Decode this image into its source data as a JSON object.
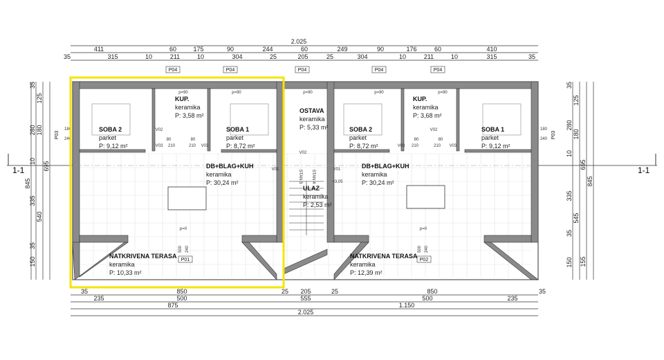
{
  "dims_top": {
    "total": "2.025",
    "row1": [
      "411",
      "60",
      "175",
      "90",
      "244",
      "60",
      "249",
      "90",
      "176",
      "60",
      "410"
    ],
    "row2": [
      "35",
      "315",
      "10",
      "211",
      "10",
      "304",
      "25",
      "205",
      "25",
      "304",
      "10",
      "211",
      "10",
      "315",
      "35"
    ]
  },
  "dims_bottom": {
    "row1": [
      "35",
      "850",
      "25",
      "205",
      "25",
      "850",
      "35"
    ],
    "row2": [
      "235",
      "500",
      "555",
      "500",
      "235"
    ],
    "row3": [
      "875",
      "1.150"
    ],
    "total": "2.025"
  },
  "dims_left": [
    "35",
    "125",
    "280",
    "180",
    "10",
    "335",
    "540",
    "35",
    "150",
    "695",
    "845"
  ],
  "dims_right": [
    "35",
    "125",
    "280",
    "180",
    "10",
    "695",
    "845",
    "335",
    "545",
    "35",
    "150",
    "155"
  ],
  "section_label": "1-1",
  "rooms": [
    {
      "name": "SOBA 2",
      "floor": "parket",
      "area": "P: 9,12 m²"
    },
    {
      "name": "KUP.",
      "floor": "keramika",
      "area": "P: 3,58 m²"
    },
    {
      "name": "SOBA 1",
      "floor": "parket",
      "area": "P: 8,72 m²"
    },
    {
      "name": "OSTAVA",
      "floor": "keramika",
      "area": "P: 5,33 m²"
    },
    {
      "name": "DB+BLAG+KUH",
      "floor": "keramika",
      "area": "P: 30,24 m²"
    },
    {
      "name": "ULAZ",
      "floor": "keramika",
      "area": "P: 2,53 m²"
    },
    {
      "name": "NATKRIVENA TERASA",
      "floor": "keramika",
      "area": "P: 10,33 m²"
    },
    {
      "name": "SOBA 2",
      "floor": "parket",
      "area": "P: 8,72 m²"
    },
    {
      "name": "KUP.",
      "floor": "keramika",
      "area": "P: 3,68 m²"
    },
    {
      "name": "SOBA 1",
      "floor": "parket",
      "area": "P: 9,12 m²"
    },
    {
      "name": "DB+BLAG+KUH",
      "floor": "keramika",
      "area": "P: 30,24 m²"
    },
    {
      "name": "NATKRIVENA TERASA",
      "floor": "keramika",
      "area": "P: 12,39 m²"
    }
  ],
  "tags": {
    "p04": "P04",
    "p03": "P03",
    "p01": "P01",
    "p02": "P02",
    "v01": "V01",
    "v02": "V02",
    "v03": "V03"
  },
  "notes": {
    "sill90": "p=90",
    "sill0": "p=0",
    "stan3": "STAN 3",
    "stan4": "STAN 4",
    "level": "+3,05",
    "door_w": "80",
    "door_h": "210",
    "win_w": "180",
    "win_h": "240",
    "tw": "500",
    "th": "240"
  },
  "highlight_color": "#f5e400"
}
